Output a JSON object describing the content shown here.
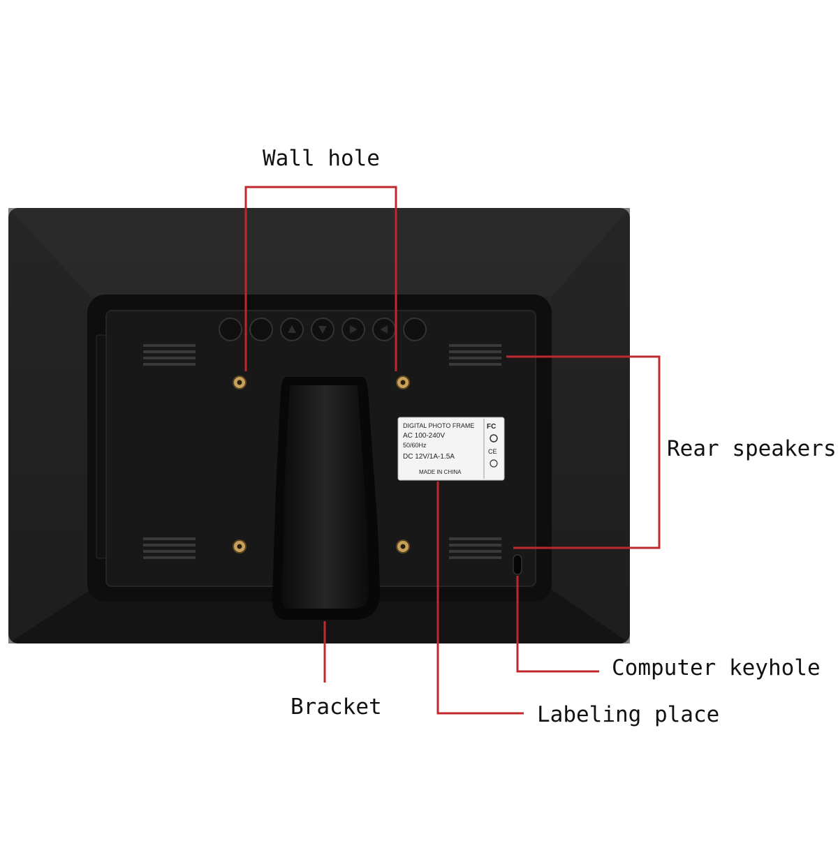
{
  "callouts": {
    "wall_hole": "Wall hole",
    "rear_speakers": "Rear speakers",
    "computer_keyhole": "Computer keyhole",
    "bracket": "Bracket",
    "labeling_place": "Labeling place"
  },
  "label_sticker": {
    "line1": "DIGITAL PHOTO FRAME",
    "line2": "AC 100-240V",
    "line3": "50/60Hz",
    "line4": "DC 12V/1A-1.5A",
    "line5": "MADE IN CHINA",
    "mark_fc": "FC",
    "mark_ce": "CE"
  },
  "colors": {
    "leader_line": "#c0282e",
    "frame_body": "#1e1e1e",
    "panel": "#141414",
    "screw": "#c9a15a",
    "sticker": "#f4f4f4"
  }
}
